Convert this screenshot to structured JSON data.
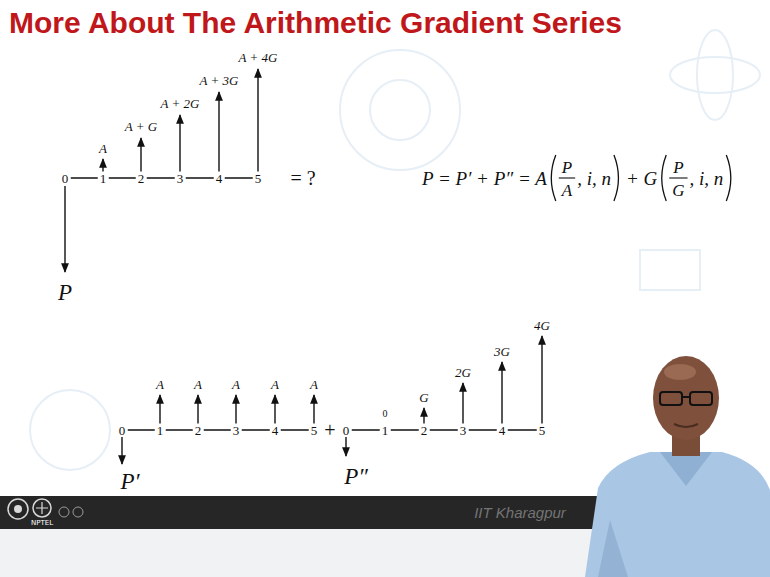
{
  "diagram": {
    "title": "More About The Arithmetic Gradient Series",
    "labels": [
      "A",
      "A + G",
      "A + 2G",
      "A + 3G",
      "A + 4G",
      "0",
      "1",
      "2",
      "3",
      "4",
      "5",
      "= ?",
      "P",
      "P = P′ + P″ = A",
      "P",
      "A",
      ", i, n",
      "+ G",
      "P",
      "G",
      ", i, n",
      "A",
      "A",
      "A",
      "A",
      "A",
      "0",
      "1",
      "2",
      "3",
      "4",
      "5",
      "P′",
      "+",
      "0",
      "1",
      "2",
      "3",
      "4",
      "5",
      "0",
      "G",
      "2G",
      "3G",
      "4G",
      "P″",
      "NPTEL",
      "IIT Kharagpur"
    ]
  }
}
